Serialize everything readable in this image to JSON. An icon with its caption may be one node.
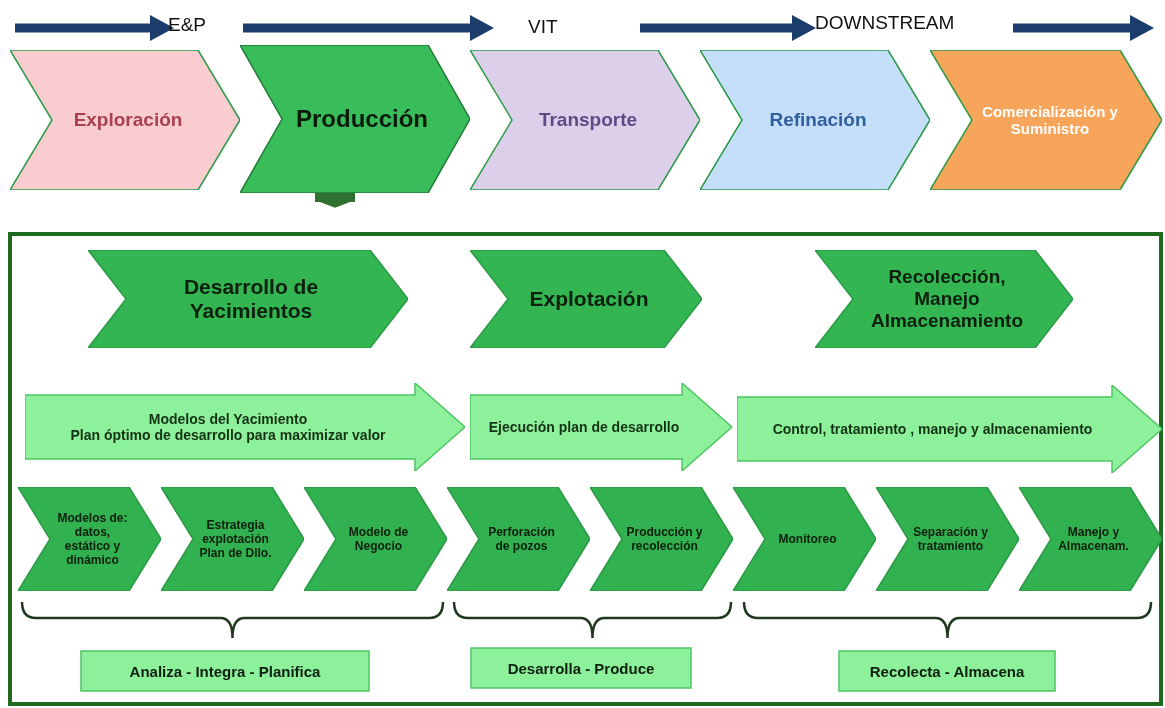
{
  "diagram": {
    "nodes": [
      {
        "text": [
          "Exploración"
        ]
      },
      {
        "text": [
          "Producción"
        ]
      },
      {
        "text": [
          "Transporte"
        ]
      },
      {
        "text": [
          "Refinación"
        ]
      },
      {
        "text": [
          "Comercialización y Suministro"
        ]
      },
      {
        "text": [],
        "shape": "box"
      },
      {
        "text": [
          "Desarrollo de Yacimientos"
        ],
        "in": 5
      },
      {
        "text": [
          "Explotación"
        ],
        "in": 5
      },
      {
        "text": [
          "Recolección, Manejo Almacenamiento"
        ],
        "in": 5
      },
      {
        "text": [
          "Modelos del Yacimiento",
          "Plan óptimo de desarrollo para maximizar valor"
        ],
        "in": 5
      },
      {
        "text": [
          "Ejecución plan de desarrollo"
        ],
        "in": 5
      },
      {
        "text": [
          "Control, tratamiento , manejo y almacenamiento"
        ],
        "in": 5
      },
      {
        "text": [
          "Modelos de: datos, estático y dinámico"
        ],
        "in": 5
      },
      {
        "text": [
          "Estrategia explotación Plan de Dllo."
        ],
        "in": 5
      },
      {
        "text": [
          "Modelo de Negocio"
        ],
        "in": 5
      },
      {
        "text": [
          "Perforación de pozos"
        ],
        "in": 5
      },
      {
        "text": [
          "Producción y recolección"
        ],
        "in": 5
      },
      {
        "text": [
          "Monitoreo"
        ],
        "in": 5
      },
      {
        "text": [
          "Separación y tratamiento"
        ],
        "in": 5
      },
      {
        "text": [
          "Manejo y Almacenam."
        ],
        "in": 5
      },
      {
        "text": [
          "Analiza - Integra - Planifica"
        ],
        "in": 5
      },
      {
        "text": [
          "Desarrolla - Produce"
        ],
        "in": 5
      },
      {
        "text": [
          "Recolecta - Almacena"
        ],
        "in": 5
      }
    ],
    "edges": [
      {
        "from": 1,
        "to": 5,
        "arrow": "to"
      }
    ],
    "labels": [
      "E&P",
      "VIT",
      "DOWNSTREAM"
    ]
  }
}
